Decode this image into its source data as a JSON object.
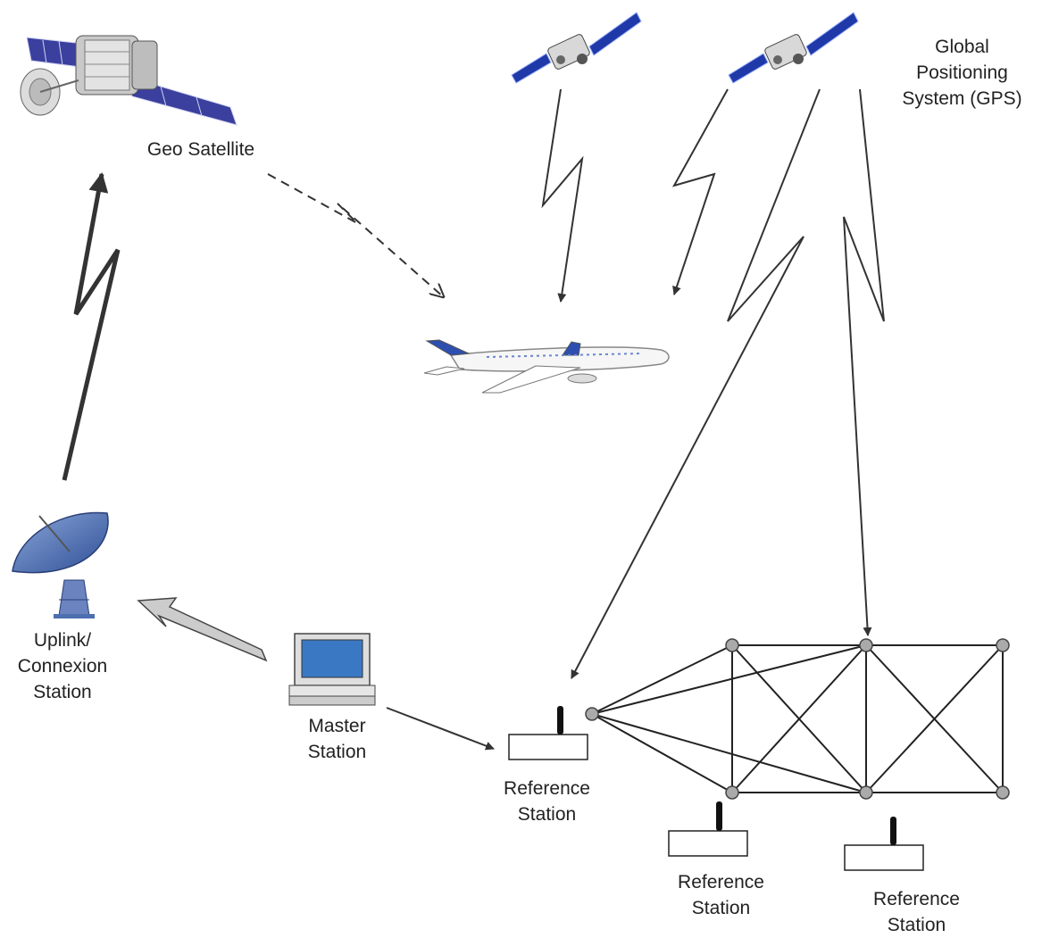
{
  "labels": {
    "geo_satellite": "Geo Satellite",
    "gps": [
      "Global",
      "Positioning",
      "System (GPS)"
    ],
    "uplink_station": [
      "Uplink/",
      "Connexion",
      "Station"
    ],
    "master_station": [
      "Master",
      "Station"
    ],
    "reference_station_1": [
      "Reference",
      "Station"
    ],
    "reference_station_2": [
      "Reference",
      "Station"
    ],
    "reference_station_3": [
      "Reference",
      "Station"
    ]
  },
  "colors": {
    "satellite_panel": "#3b3f9e",
    "gps_panel": "#1f3aa8",
    "dish": "#4d6fb0",
    "line": "#333333",
    "node": "#aaaaaa",
    "screen": "#3b78c4"
  },
  "icons": [
    "geo-satellite-icon",
    "gps-satellite-icon",
    "airplane-icon",
    "satellite-dish-icon",
    "computer-icon",
    "antenna-icon"
  ]
}
